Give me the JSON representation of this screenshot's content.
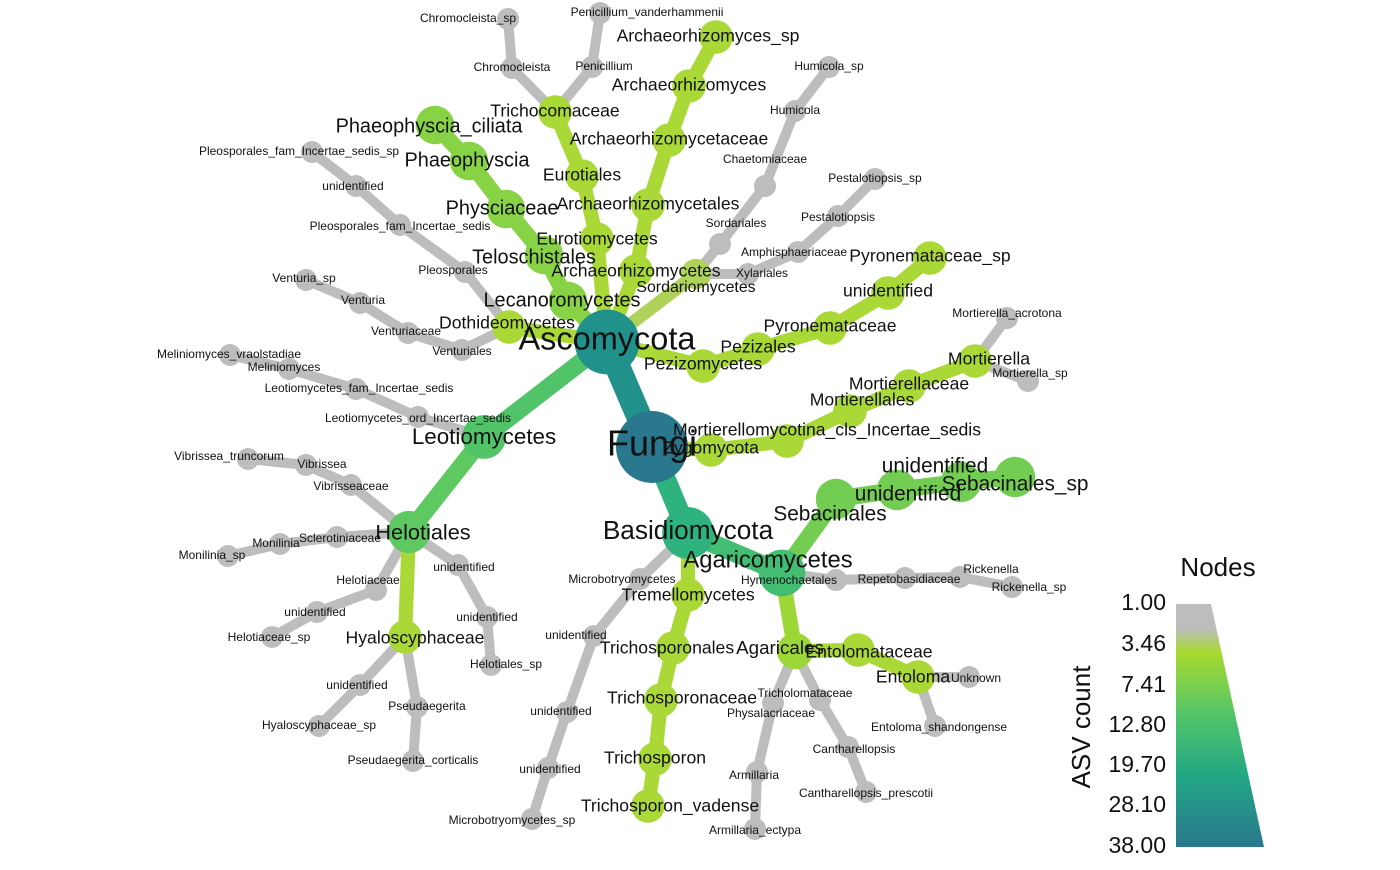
{
  "legend": {
    "title": "Nodes",
    "axis_label": "ASV count",
    "ticks": [
      "1.00",
      "3.46",
      "7.41",
      "12.80",
      "19.70",
      "28.10",
      "38.00"
    ],
    "palette": [
      "#bdbdbd",
      "#a8d92f",
      "#55c667",
      "#22a884",
      "#2a788e"
    ]
  },
  "tree": {
    "nodes": [
      {
        "id": "fungi",
        "label": "Fungi",
        "count": 38
      },
      {
        "id": "asco",
        "label": "Ascomycota",
        "count": 28
      },
      {
        "id": "basidio",
        "label": "Basidiomycota",
        "count": 14
      },
      {
        "id": "zygo",
        "label": "Zygomycota",
        "count": 3
      },
      {
        "id": "mortierellomycotina",
        "label": "Mortierellomycotina_cls_Incertae_sedis",
        "count": 3
      },
      {
        "id": "mortierellales",
        "label": "Mortierellales",
        "count": 3
      },
      {
        "id": "mortierellaceae",
        "label": "Mortierellaceae",
        "count": 3
      },
      {
        "id": "mortierella",
        "label": "Mortierella",
        "count": 3
      },
      {
        "id": "mortierella_acrotona",
        "label": "Mortierella_acrotona",
        "count": 1
      },
      {
        "id": "mortierella_sp",
        "label": "Mortierella_sp",
        "count": 1
      },
      {
        "id": "pezizomycetes",
        "label": "Pezizomycetes",
        "count": 3
      },
      {
        "id": "pezizales",
        "label": "Pezizales",
        "count": 3
      },
      {
        "id": "pyronemataceae",
        "label": "Pyronemataceae",
        "count": 3
      },
      {
        "id": "unidentified_pyr",
        "label": "unidentified",
        "count": 3
      },
      {
        "id": "pyronemataceae_sp",
        "label": "Pyronemataceae_sp",
        "count": 3
      },
      {
        "id": "sordariomycetes",
        "label": "Sordariomycetes",
        "count": 2
      },
      {
        "id": "sordariales",
        "label": "Sordariales",
        "count": 1
      },
      {
        "id": "chaetomiaceae",
        "label": "Chaetomiaceae",
        "count": 1
      },
      {
        "id": "humicola",
        "label": "Humicola",
        "count": 1
      },
      {
        "id": "humicola_sp",
        "label": "Humicola_sp",
        "count": 1
      },
      {
        "id": "xylariales",
        "label": "Xylariales",
        "count": 1
      },
      {
        "id": "amphisphaeriaceae",
        "label": "Amphisphaeriaceae",
        "count": 1
      },
      {
        "id": "pestalotiopsis",
        "label": "Pestalotiopsis",
        "count": 1
      },
      {
        "id": "pestalotiopsis_sp",
        "label": "Pestalotiopsis_sp",
        "count": 1
      },
      {
        "id": "archaeorhizomycetes",
        "label": "Archaeorhizomycetes",
        "count": 3
      },
      {
        "id": "archaeorhizomycetales",
        "label": "Archaeorhizomycetales",
        "count": 3
      },
      {
        "id": "archaeorhizomycetaceae",
        "label": "Archaeorhizomycetaceae",
        "count": 3
      },
      {
        "id": "archaeorhizomyces",
        "label": "Archaeorhizomyces",
        "count": 3
      },
      {
        "id": "archaeorhizomyces_sp",
        "label": "Archaeorhizomyces_sp",
        "count": 3
      },
      {
        "id": "eurotiomycetes",
        "label": "Eurotiomycetes",
        "count": 3
      },
      {
        "id": "eurotiales",
        "label": "Eurotiales",
        "count": 3
      },
      {
        "id": "trichocomaceae",
        "label": "Trichocomaceae",
        "count": 3
      },
      {
        "id": "chromocleista",
        "label": "Chromocleista",
        "count": 1
      },
      {
        "id": "chromocleista_sp",
        "label": "Chromocleista_sp",
        "count": 1
      },
      {
        "id": "penicillium",
        "label": "Penicillium",
        "count": 1
      },
      {
        "id": "penicillium_vanderhammenii",
        "label": "Penicillium_vanderhammenii",
        "count": 1
      },
      {
        "id": "lecanoromycetes",
        "label": "Lecanoromycetes",
        "count": 5
      },
      {
        "id": "teloschistales",
        "label": "Teloschistales",
        "count": 5
      },
      {
        "id": "physciaceae",
        "label": "Physciaceae",
        "count": 5
      },
      {
        "id": "phaeophyscia",
        "label": "Phaeophyscia",
        "count": 5
      },
      {
        "id": "phaeophyscia_ciliata",
        "label": "Phaeophyscia_ciliata",
        "count": 5
      },
      {
        "id": "dothideomycetes",
        "label": "Dothideomycetes",
        "count": 3
      },
      {
        "id": "pleosporales",
        "label": "Pleosporales",
        "count": 1
      },
      {
        "id": "pleosporales_fam",
        "label": "Pleosporales_fam_Incertae_sedis",
        "count": 1
      },
      {
        "id": "unidentified_pleo",
        "label": "unidentified",
        "count": 1
      },
      {
        "id": "pleosporales_fam_sp",
        "label": "Pleosporales_fam_Incertae_sedis_sp",
        "count": 1
      },
      {
        "id": "venturiales",
        "label": "Venturiales",
        "count": 1
      },
      {
        "id": "venturiaceae",
        "label": "Venturiaceae",
        "count": 1
      },
      {
        "id": "venturia",
        "label": "Venturia",
        "count": 1
      },
      {
        "id": "venturia_sp",
        "label": "Venturia_sp",
        "count": 1
      },
      {
        "id": "leotiomycetes",
        "label": "Leotiomycetes",
        "count": 8
      },
      {
        "id": "leotiomycetes_ord",
        "label": "Leotiomycetes_ord_Incertae_sedis",
        "count": 1
      },
      {
        "id": "leotiomycetes_fam",
        "label": "Leotiomycetes_fam_Incertae_sedis",
        "count": 1
      },
      {
        "id": "meliniomyces",
        "label": "Meliniomyces",
        "count": 1
      },
      {
        "id": "meliniomyces_vraolstadiae",
        "label": "Meliniomyces_vraolstadiae",
        "count": 1
      },
      {
        "id": "helotiales",
        "label": "Helotiales",
        "count": 7
      },
      {
        "id": "vibrisseaceae",
        "label": "Vibrisseaceae",
        "count": 1
      },
      {
        "id": "vibrissea",
        "label": "Vibrissea",
        "count": 1
      },
      {
        "id": "vibrissea_truncorum",
        "label": "Vibrissea_truncorum",
        "count": 1
      },
      {
        "id": "sclerotiniaceae",
        "label": "Sclerotiniaceae",
        "count": 1
      },
      {
        "id": "monilinia",
        "label": "Monilinia",
        "count": 1
      },
      {
        "id": "monilinia_sp",
        "label": "Monilinia_sp",
        "count": 1
      },
      {
        "id": "helotiaceae",
        "label": "Helotiaceae",
        "count": 1
      },
      {
        "id": "unidentified_helo",
        "label": "unidentified",
        "count": 1
      },
      {
        "id": "helotiaceae_sp",
        "label": "Helotiaceae_sp",
        "count": 1
      },
      {
        "id": "unidentified_heloord",
        "label": "unidentified",
        "count": 1
      },
      {
        "id": "unidentified_heloord2",
        "label": "unidentified",
        "count": 1
      },
      {
        "id": "helotiales_sp",
        "label": "Helotiales_sp",
        "count": 1
      },
      {
        "id": "hyaloscyphaceae",
        "label": "Hyaloscyphaceae",
        "count": 3
      },
      {
        "id": "unidentified_hyalo",
        "label": "unidentified",
        "count": 1
      },
      {
        "id": "hyaloscyphaceae_sp",
        "label": "Hyaloscyphaceae_sp",
        "count": 1
      },
      {
        "id": "pseudaegerita",
        "label": "Pseudaegerita",
        "count": 1
      },
      {
        "id": "pseudaegerita_corticalis",
        "label": "Pseudaegerita_corticalis",
        "count": 1
      },
      {
        "id": "agaricomycetes",
        "label": "Agaricomycetes",
        "count": 10
      },
      {
        "id": "sebacinales",
        "label": "Sebacinales",
        "count": 6
      },
      {
        "id": "unidentified_seb1",
        "label": "unidentified",
        "count": 6
      },
      {
        "id": "unidentified_seb2",
        "label": "unidentified",
        "count": 6
      },
      {
        "id": "sebacinales_sp",
        "label": "Sebacinales_sp",
        "count": 6
      },
      {
        "id": "hymenochaetales",
        "label": "Hymenochaetales",
        "count": 1
      },
      {
        "id": "repetobasidiaceae",
        "label": "Repetobasidiaceae",
        "count": 1
      },
      {
        "id": "rickenella",
        "label": "Rickenella",
        "count": 1
      },
      {
        "id": "rickenella_sp",
        "label": "Rickenella_sp",
        "count": 1
      },
      {
        "id": "agaricales",
        "label": "Agaricales",
        "count": 4
      },
      {
        "id": "entolomataceae",
        "label": "Entolomataceae",
        "count": 3
      },
      {
        "id": "entoloma",
        "label": "Entoloma",
        "count": 3
      },
      {
        "id": "unknown",
        "label": "Unknown",
        "count": 1
      },
      {
        "id": "entoloma_shandongense",
        "label": "Entoloma_shandongense",
        "count": 1
      },
      {
        "id": "tricholomataceae",
        "label": "Tricholomataceae",
        "count": 1
      },
      {
        "id": "cantharellopsis",
        "label": "Cantharellopsis",
        "count": 1
      },
      {
        "id": "cantharellopsis_prescotii",
        "label": "Cantharellopsis_prescotii",
        "count": 1
      },
      {
        "id": "physalacriaceae",
        "label": "Physalacriaceae",
        "count": 1
      },
      {
        "id": "armillaria",
        "label": "Armillaria",
        "count": 1
      },
      {
        "id": "armillaria_ectypa",
        "label": "Armillaria_ectypa",
        "count": 1
      },
      {
        "id": "tremellomycetes",
        "label": "Tremellomycetes",
        "count": 3
      },
      {
        "id": "trichosporonales",
        "label": "Trichosporonales",
        "count": 3
      },
      {
        "id": "trichosporonaceae",
        "label": "Trichosporonaceae",
        "count": 3
      },
      {
        "id": "trichosporon",
        "label": "Trichosporon",
        "count": 3
      },
      {
        "id": "trichosporon_vadense",
        "label": "Trichosporon_vadense",
        "count": 3
      },
      {
        "id": "microbotryomycetes",
        "label": "Microbotryomycetes",
        "count": 1
      },
      {
        "id": "unidentified_micro1",
        "label": "unidentified",
        "count": 1
      },
      {
        "id": "unidentified_micro2",
        "label": "unidentified",
        "count": 1
      },
      {
        "id": "unidentified_micro3",
        "label": "unidentified",
        "count": 1
      },
      {
        "id": "microbotryomycetes_sp",
        "label": "Microbotryomycetes_sp",
        "count": 1
      }
    ],
    "edges": [
      [
        "fungi",
        "asco"
      ],
      [
        "fungi",
        "basidio"
      ],
      [
        "fungi",
        "zygo"
      ],
      [
        "zygo",
        "mortierellomycotina"
      ],
      [
        "mortierellomycotina",
        "mortierellales"
      ],
      [
        "mortierellales",
        "mortierellaceae"
      ],
      [
        "mortierellaceae",
        "mortierella"
      ],
      [
        "mortierella",
        "mortierella_acrotona"
      ],
      [
        "mortierella",
        "mortierella_sp"
      ],
      [
        "asco",
        "pezizomycetes"
      ],
      [
        "pezizomycetes",
        "pezizales"
      ],
      [
        "pezizales",
        "pyronemataceae"
      ],
      [
        "pyronemataceae",
        "unidentified_pyr"
      ],
      [
        "unidentified_pyr",
        "pyronemataceae_sp"
      ],
      [
        "asco",
        "sordariomycetes"
      ],
      [
        "sordariomycetes",
        "sordariales"
      ],
      [
        "sordariales",
        "chaetomiaceae"
      ],
      [
        "chaetomiaceae",
        "humicola"
      ],
      [
        "humicola",
        "humicola_sp"
      ],
      [
        "sordariomycetes",
        "xylariales"
      ],
      [
        "xylariales",
        "amphisphaeriaceae"
      ],
      [
        "amphisphaeriaceae",
        "pestalotiopsis"
      ],
      [
        "pestalotiopsis",
        "pestalotiopsis_sp"
      ],
      [
        "asco",
        "archaeorhizomycetes"
      ],
      [
        "archaeorhizomycetes",
        "archaeorhizomycetales"
      ],
      [
        "archaeorhizomycetales",
        "archaeorhizomycetaceae"
      ],
      [
        "archaeorhizomycetaceae",
        "archaeorhizomyces"
      ],
      [
        "archaeorhizomyces",
        "archaeorhizomyces_sp"
      ],
      [
        "asco",
        "eurotiomycetes"
      ],
      [
        "eurotiomycetes",
        "eurotiales"
      ],
      [
        "eurotiales",
        "trichocomaceae"
      ],
      [
        "trichocomaceae",
        "chromocleista"
      ],
      [
        "chromocleista",
        "chromocleista_sp"
      ],
      [
        "trichocomaceae",
        "penicillium"
      ],
      [
        "penicillium",
        "penicillium_vanderhammenii"
      ],
      [
        "asco",
        "lecanoromycetes"
      ],
      [
        "lecanoromycetes",
        "teloschistales"
      ],
      [
        "teloschistales",
        "physciaceae"
      ],
      [
        "physciaceae",
        "phaeophyscia"
      ],
      [
        "phaeophyscia",
        "phaeophyscia_ciliata"
      ],
      [
        "asco",
        "dothideomycetes"
      ],
      [
        "dothideomycetes",
        "pleosporales"
      ],
      [
        "pleosporales",
        "pleosporales_fam"
      ],
      [
        "pleosporales_fam",
        "unidentified_pleo"
      ],
      [
        "unidentified_pleo",
        "pleosporales_fam_sp"
      ],
      [
        "dothideomycetes",
        "venturiales"
      ],
      [
        "venturiales",
        "venturiaceae"
      ],
      [
        "venturiaceae",
        "venturia"
      ],
      [
        "venturia",
        "venturia_sp"
      ],
      [
        "asco",
        "leotiomycetes"
      ],
      [
        "leotiomycetes",
        "leotiomycetes_ord"
      ],
      [
        "leotiomycetes_ord",
        "leotiomycetes_fam"
      ],
      [
        "leotiomycetes_fam",
        "meliniomyces"
      ],
      [
        "meliniomyces",
        "meliniomyces_vraolstadiae"
      ],
      [
        "leotiomycetes",
        "helotiales"
      ],
      [
        "helotiales",
        "vibrisseaceae"
      ],
      [
        "vibrisseaceae",
        "vibrissea"
      ],
      [
        "vibrissea",
        "vibrissea_truncorum"
      ],
      [
        "helotiales",
        "sclerotiniaceae"
      ],
      [
        "sclerotiniaceae",
        "monilinia"
      ],
      [
        "monilinia",
        "monilinia_sp"
      ],
      [
        "helotiales",
        "helotiaceae"
      ],
      [
        "helotiaceae",
        "unidentified_helo"
      ],
      [
        "unidentified_helo",
        "helotiaceae_sp"
      ],
      [
        "helotiales",
        "unidentified_heloord"
      ],
      [
        "unidentified_heloord",
        "unidentified_heloord2"
      ],
      [
        "unidentified_heloord2",
        "helotiales_sp"
      ],
      [
        "helotiales",
        "hyaloscyphaceae"
      ],
      [
        "hyaloscyphaceae",
        "unidentified_hyalo"
      ],
      [
        "unidentified_hyalo",
        "hyaloscyphaceae_sp"
      ],
      [
        "hyaloscyphaceae",
        "pseudaegerita"
      ],
      [
        "pseudaegerita",
        "pseudaegerita_corticalis"
      ],
      [
        "basidio",
        "agaricomycetes"
      ],
      [
        "agaricomycetes",
        "sebacinales"
      ],
      [
        "sebacinales",
        "unidentified_seb1"
      ],
      [
        "unidentified_seb1",
        "unidentified_seb2"
      ],
      [
        "unidentified_seb2",
        "sebacinales_sp"
      ],
      [
        "agaricomycetes",
        "hymenochaetales"
      ],
      [
        "hymenochaetales",
        "repetobasidiaceae"
      ],
      [
        "repetobasidiaceae",
        "rickenella"
      ],
      [
        "rickenella",
        "rickenella_sp"
      ],
      [
        "agaricomycetes",
        "agaricales"
      ],
      [
        "agaricales",
        "entolomataceae"
      ],
      [
        "entolomataceae",
        "entoloma"
      ],
      [
        "entoloma",
        "unknown"
      ],
      [
        "entoloma",
        "entoloma_shandongense"
      ],
      [
        "agaricales",
        "tricholomataceae"
      ],
      [
        "tricholomataceae",
        "cantharellopsis"
      ],
      [
        "cantharellopsis",
        "cantharellopsis_prescotii"
      ],
      [
        "agaricales",
        "physalacriaceae"
      ],
      [
        "physalacriaceae",
        "armillaria"
      ],
      [
        "armillaria",
        "armillaria_ectypa"
      ],
      [
        "basidio",
        "tremellomycetes"
      ],
      [
        "tremellomycetes",
        "trichosporonales"
      ],
      [
        "trichosporonales",
        "trichosporonaceae"
      ],
      [
        "trichosporonaceae",
        "trichosporon"
      ],
      [
        "trichosporon",
        "trichosporon_vadense"
      ],
      [
        "basidio",
        "microbotryomycetes"
      ],
      [
        "microbotryomycetes",
        "unidentified_micro1"
      ],
      [
        "unidentified_micro1",
        "unidentified_micro2"
      ],
      [
        "unidentified_micro2",
        "unidentified_micro3"
      ],
      [
        "unidentified_micro3",
        "microbotryomycetes_sp"
      ]
    ]
  }
}
